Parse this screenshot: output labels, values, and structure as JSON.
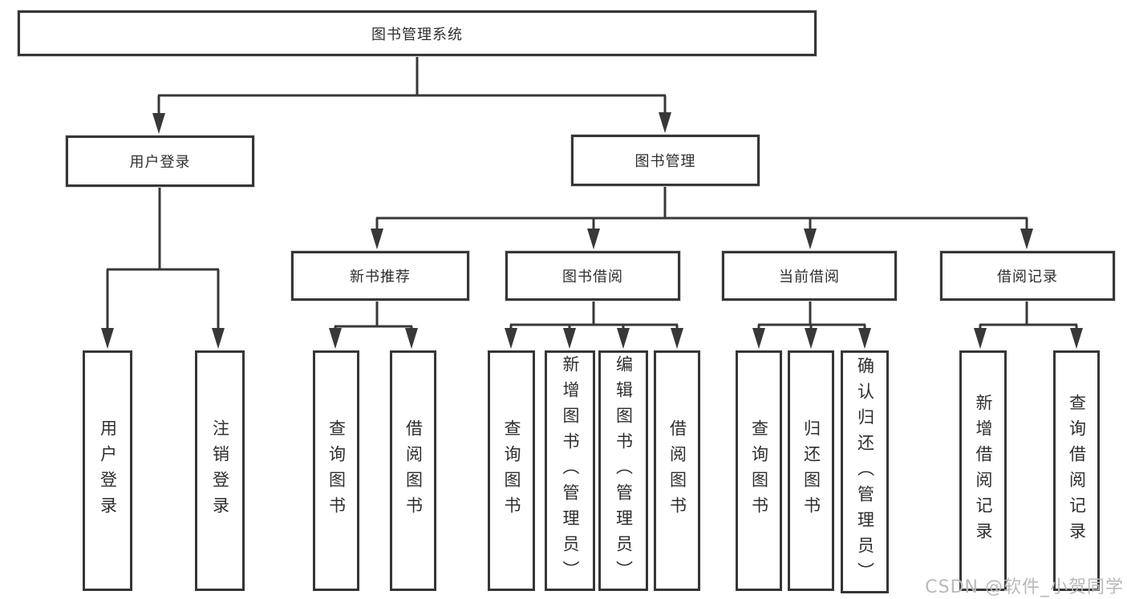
{
  "diagram_title": "图书管理系统",
  "nodes": {
    "root": {
      "label": "图书管理系统"
    },
    "user_login": {
      "label": "用户登录"
    },
    "book_mgmt": {
      "label": "图书管理"
    },
    "new_book_rec": {
      "label": "新书推荐"
    },
    "book_borrow": {
      "label": "图书借阅"
    },
    "current_borrow": {
      "label": "当前借阅"
    },
    "borrow_record": {
      "label": "借阅记录"
    },
    "leaf_user_login": {
      "label": "用户登录"
    },
    "leaf_logout": {
      "label": "注销登录"
    },
    "leaf_query_book_rec": {
      "label": "查询图书"
    },
    "leaf_borrow_book_rec": {
      "label": "借阅图书"
    },
    "leaf_query_book_borrow": {
      "label": "查询图书"
    },
    "leaf_add_book_admin": {
      "label": "新增图书（管理员）"
    },
    "leaf_edit_book_admin": {
      "label": "编辑图书（管理员）"
    },
    "leaf_borrow_book_borrow": {
      "label": "借阅图书"
    },
    "leaf_query_book_current": {
      "label": "查询图书"
    },
    "leaf_return_book": {
      "label": "归还图书"
    },
    "leaf_confirm_return_admin": {
      "label": "确认归还（管理员）"
    },
    "leaf_add_borrow_record": {
      "label": "新增借阅记录"
    },
    "leaf_query_borrow_record": {
      "label": "查询借阅记录"
    }
  },
  "hierarchy": {
    "root": "图书管理系统",
    "children": [
      {
        "label": "用户登录",
        "children": [
          "用户登录",
          "注销登录"
        ]
      },
      {
        "label": "图书管理",
        "children": [
          {
            "label": "新书推荐",
            "children": [
              "查询图书",
              "借阅图书"
            ]
          },
          {
            "label": "图书借阅",
            "children": [
              "查询图书",
              "新增图书（管理员）",
              "编辑图书（管理员）",
              "借阅图书"
            ]
          },
          {
            "label": "当前借阅",
            "children": [
              "查询图书",
              "归还图书",
              "确认归还（管理员）"
            ]
          },
          {
            "label": "借阅记录",
            "children": [
              "新增借阅记录",
              "查询借阅记录"
            ]
          }
        ]
      }
    ]
  },
  "watermark": {
    "text": "CSDN @软件_小贺同学"
  },
  "colors": {
    "line": "#383838",
    "box_border": "#363636",
    "text": "#2e2e2e",
    "watermark": "#b9b9b9",
    "background": "#ffffff"
  }
}
